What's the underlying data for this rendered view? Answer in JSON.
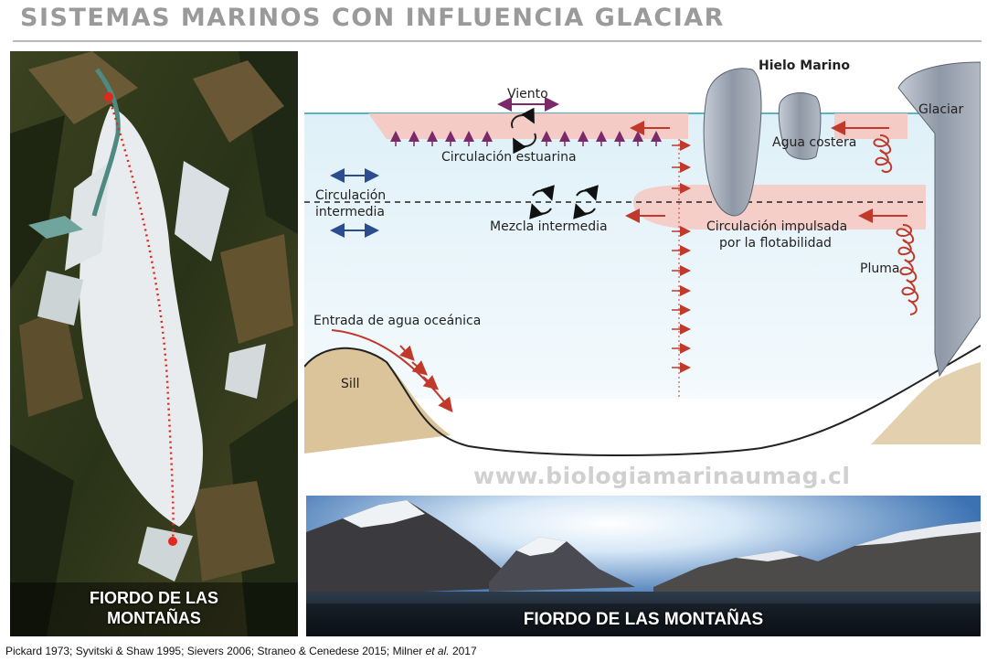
{
  "title": "SISTEMAS MARINOS CON INFLUENCIA GLACIAR",
  "satellite": {
    "caption_line1": "FIORDO DE LAS",
    "caption_line2": "MONTAÑAS"
  },
  "diagram": {
    "labels": {
      "hielo_marino": "Hielo Marino",
      "glaciar": "Glaciar",
      "viento": "Viento",
      "agua_costera": "Agua costera",
      "circulacion_estuarina": "Circulación estuarina",
      "circulacion_intermedia_1": "Circulación",
      "circulacion_intermedia_2": "intermedia",
      "mezcla_intermedia": "Mezcla intermedia",
      "impulsada_1": "Circulación impulsada",
      "impulsada_2": "por la flotabilidad",
      "pluma": "Pluma",
      "entrada": "Entrada de agua oceánica",
      "sill": "Sill"
    },
    "colors": {
      "water": "#e2f1f8",
      "pink_layer": "#f7c7c0",
      "arrow_red": "#c0392b",
      "arrow_blue": "#2b4d8f",
      "sediment": "#dcc49a",
      "ice": "#9ea7b3"
    }
  },
  "watermark": "www.biologiamarinaumag.cl",
  "photo": {
    "caption": "FIORDO DE LAS MONTAÑAS"
  },
  "references": {
    "prefix": "Pickard 1973; Syvitski & Shaw 1995; Sievers 2006; Straneo & Cenedese 2015; Milner ",
    "etal": "et al.",
    "suffix": " 2017"
  }
}
